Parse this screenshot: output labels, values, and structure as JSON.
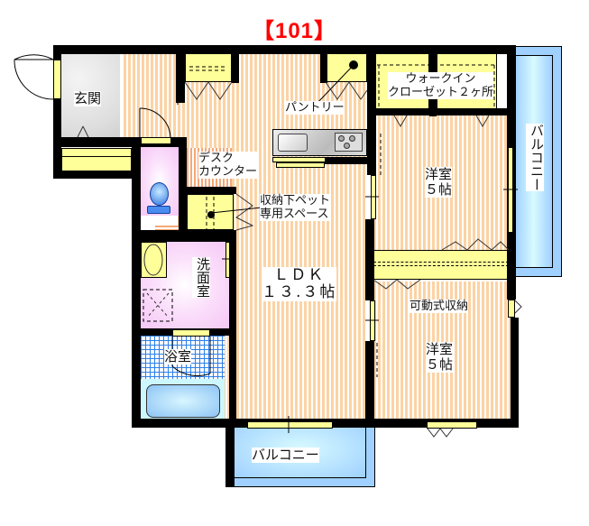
{
  "title": "【101】",
  "rooms": {
    "entrance": {
      "label": "玄関"
    },
    "pantry": {
      "label": "パントリー"
    },
    "desk_counter": {
      "label": "デスク\nカウンター"
    },
    "pet_space": {
      "label": "収納下ペット\n専用スペース"
    },
    "walk_in_closet": {
      "label": "ウォークイン\nクローゼット２ヶ所"
    },
    "western_room_1": {
      "label": "洋室\n５帖"
    },
    "western_room_2": {
      "label": "洋室\n５帖"
    },
    "movable_storage": {
      "label": "可動式収納"
    },
    "washroom": {
      "label": "洗面室"
    },
    "bathroom": {
      "label": "浴室"
    },
    "ldk": {
      "label": "ＬＤＫ\n１３.３帖"
    },
    "balcony_right": {
      "label": "バルコニー"
    },
    "balcony_bottom": {
      "label": "バルコニー"
    }
  },
  "colors": {
    "title": "#ff0000",
    "wall": "#000000",
    "wood_floor": "#fcd3a4",
    "storage": "#ffff99",
    "washroom": "#f5c6f5",
    "tile": "#2e7fe8",
    "balcony": "#9fd0ff"
  }
}
